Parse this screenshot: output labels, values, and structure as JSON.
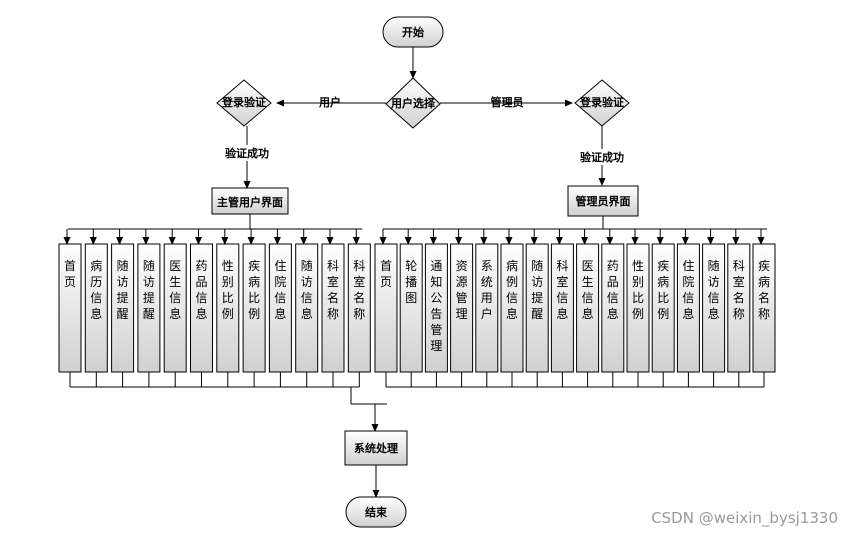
{
  "flow": {
    "start": "开始",
    "select": "用户选择",
    "branch_user": "用户",
    "branch_admin": "管理员",
    "login_left": "登录验证",
    "login_right": "登录验证",
    "ok_left": "验证成功",
    "ok_right": "验证成功",
    "user_page": "主管用户界面",
    "admin_page": "管理员界面",
    "process": "系统处理",
    "end": "结束"
  },
  "user_modules": [
    "首页",
    "病历信息",
    "随访提醒",
    "随访提醒",
    "医生信息",
    "药品信息",
    "性别比例",
    "疾病比例",
    "住院信息",
    "随访信息",
    "科室名称",
    "科室名称"
  ],
  "admin_modules": [
    "首页",
    "轮播图",
    "通知公告管理",
    "资源管理",
    "系统用户",
    "病例信息",
    "随访提醒",
    "科室信息",
    "医生信息",
    "药品信息",
    "性别比例",
    "疾病比例",
    "住院信息",
    "随访信息",
    "科室名称",
    "疾病名称"
  ],
  "watermark": "CSDN @weixin_bysj1330"
}
